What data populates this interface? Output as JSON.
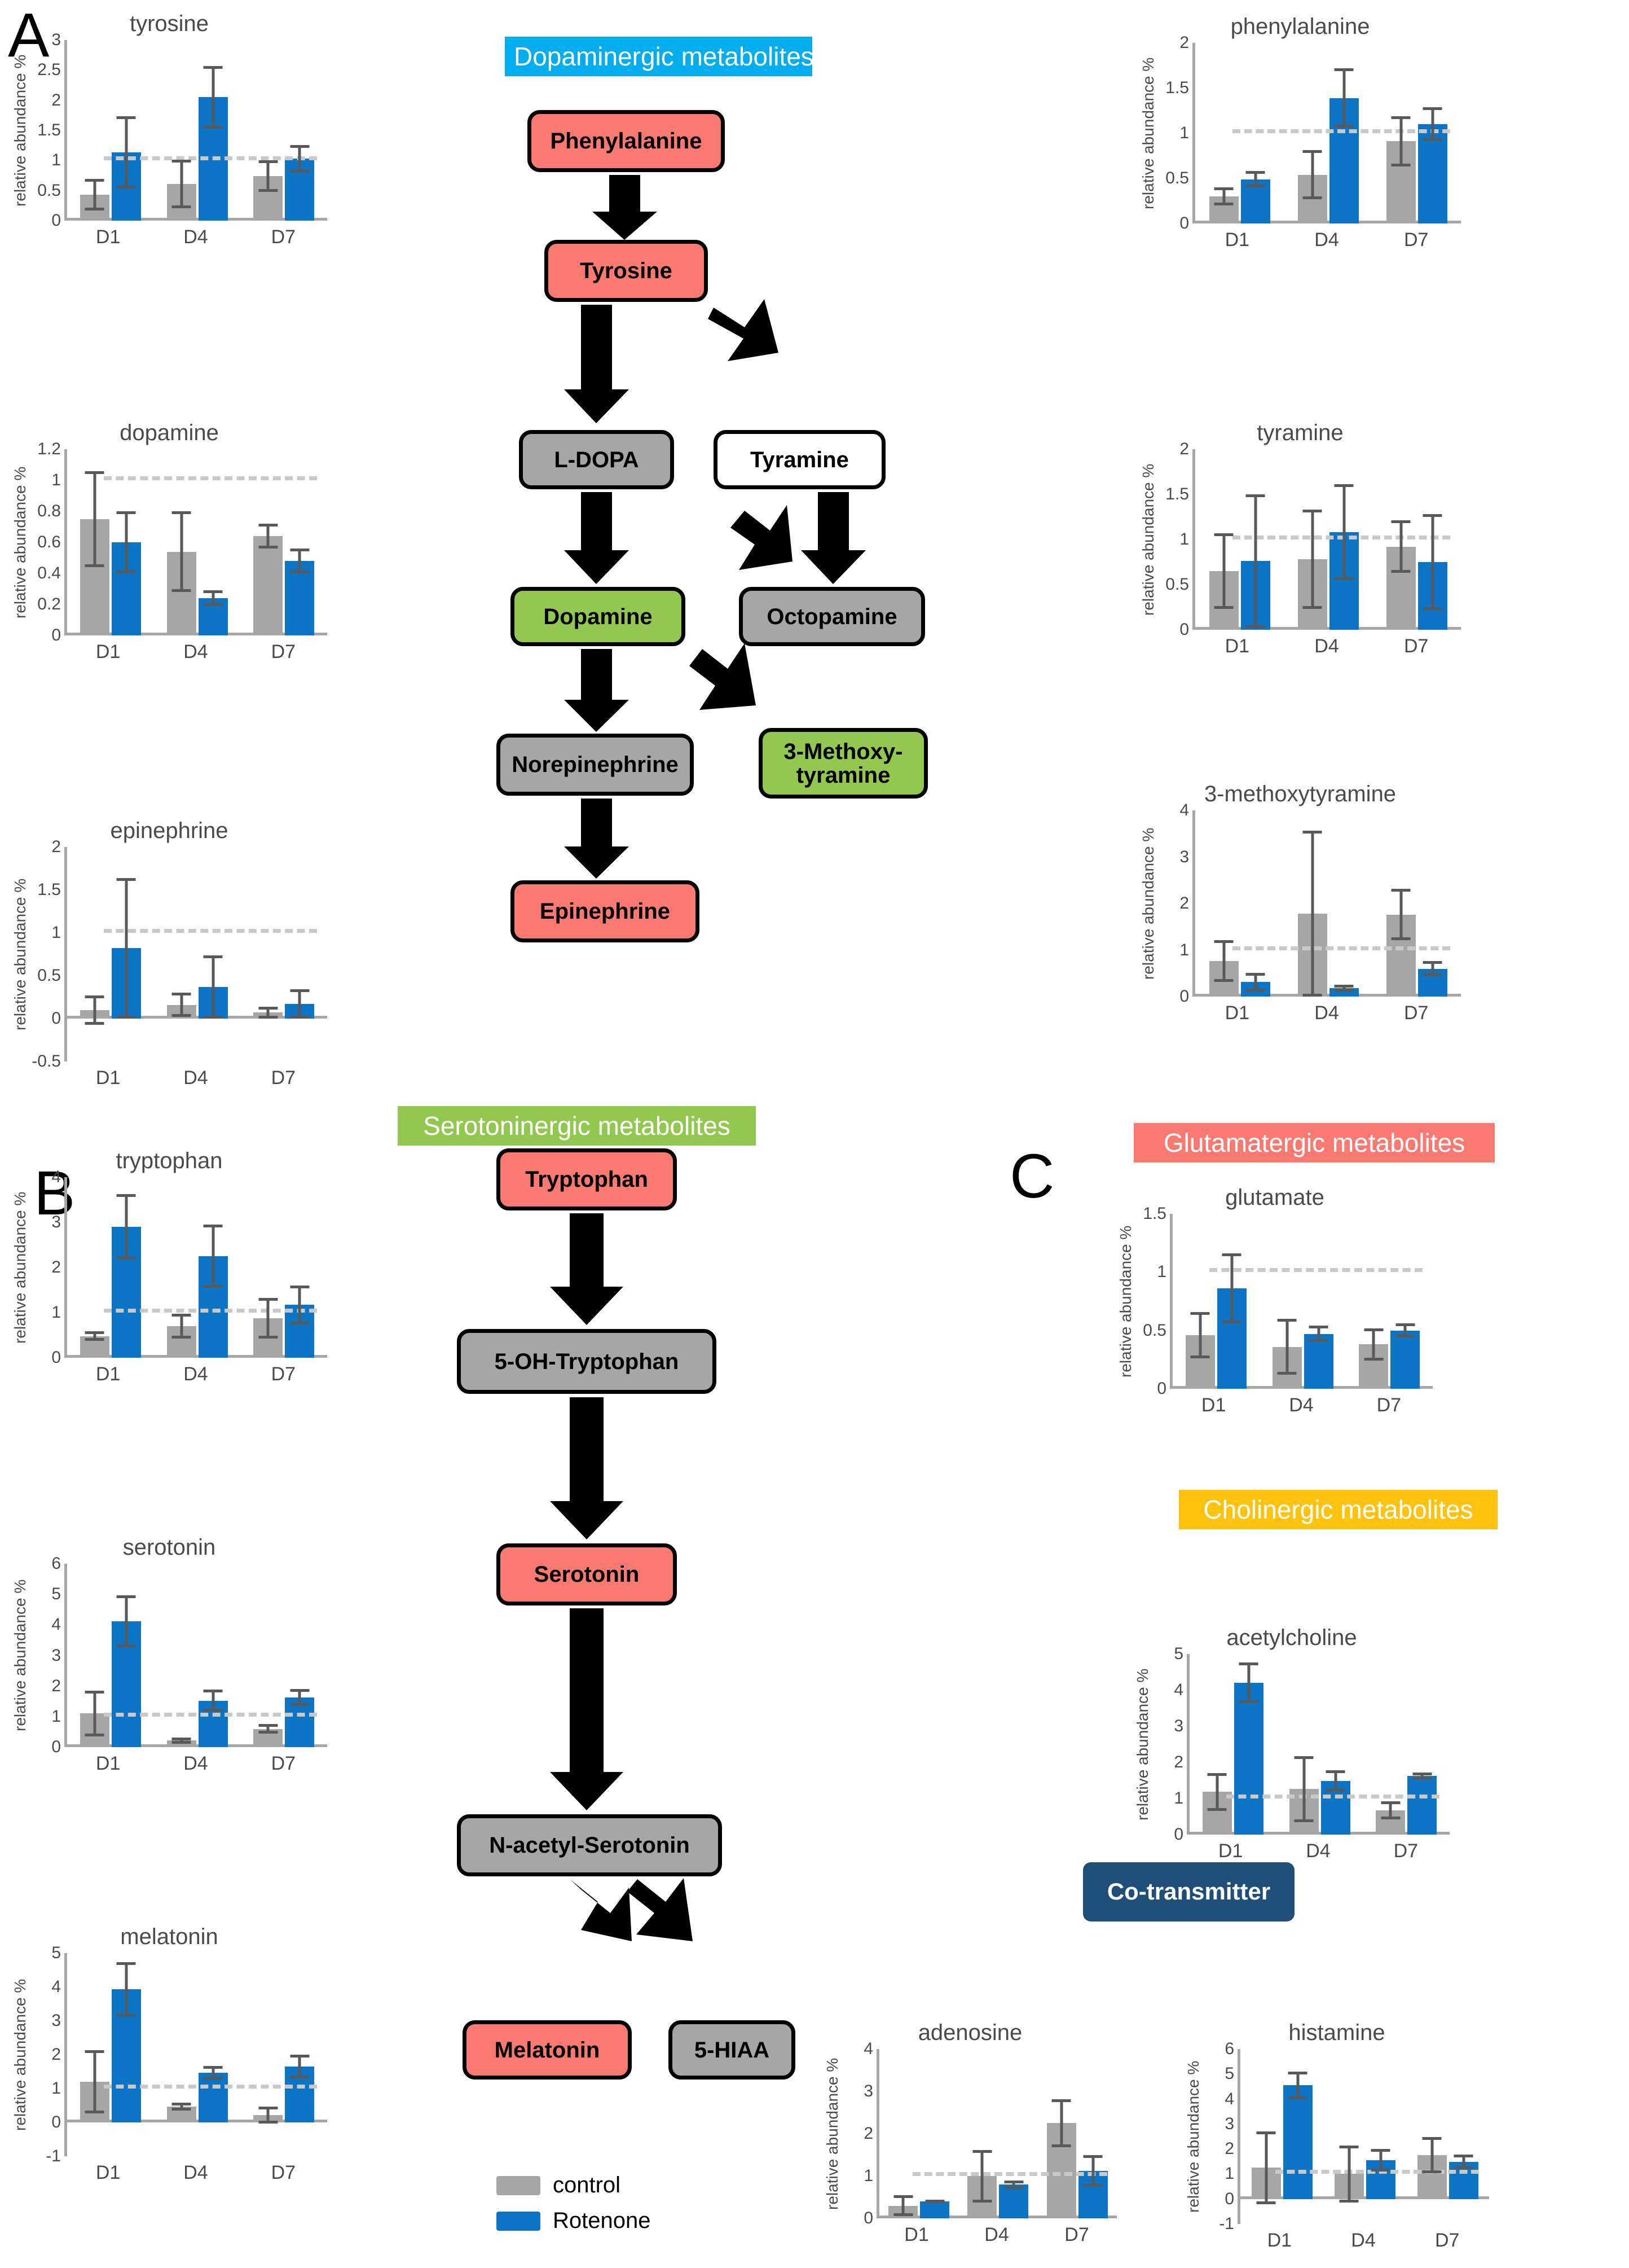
{
  "panels": {
    "a": "A",
    "b": "B",
    "c": "C"
  },
  "legend": {
    "control_label": "control",
    "rotenone_label": "Rotenone",
    "control_color": "#a6a6a6",
    "rotenone_color": "#0b74c4"
  },
  "axis": {
    "ylabel": "relative abundance %",
    "categories": [
      "D1",
      "D4",
      "D7"
    ]
  },
  "sections": [
    {
      "id": "dopaminergic",
      "label": "Dopaminergic metabolites",
      "color": "#00AEEF"
    },
    {
      "id": "serotoninergic",
      "label": "Serotoninergic metabolites",
      "color": "#92C84F"
    },
    {
      "id": "glutamatergic",
      "label": "Glutamatergic metabolites",
      "color": "#FA7A72"
    },
    {
      "id": "cholinergic",
      "label": "Cholinergic metabolites",
      "color": "#FFC20E"
    },
    {
      "id": "cotransmitter",
      "label": "Co-transmitter",
      "color": "#1F4E79"
    }
  ],
  "pathway_nodes": [
    {
      "id": "phenylalanine",
      "label": "Phenylalanine",
      "fill": "#FA7A72"
    },
    {
      "id": "tyrosine",
      "label": "Tyrosine",
      "fill": "#FA7A72"
    },
    {
      "id": "ldopa",
      "label": "L-DOPA",
      "fill": "#A6A6A6"
    },
    {
      "id": "tyramine",
      "label": "Tyramine",
      "fill": "#FFFFFF"
    },
    {
      "id": "dopamine",
      "label": "Dopamine",
      "fill": "#92C84F"
    },
    {
      "id": "octopamine",
      "label": "Octopamine",
      "fill": "#A6A6A6"
    },
    {
      "id": "norepinephrine",
      "label": "Norepinephrine",
      "fill": "#A6A6A6"
    },
    {
      "id": "methoxytyramine",
      "label": "3-Methoxy-\ntyramine",
      "fill": "#92C84F"
    },
    {
      "id": "epinephrine",
      "label": "Epinephrine",
      "fill": "#FA7A72"
    },
    {
      "id": "tryptophan",
      "label": "Tryptophan",
      "fill": "#FA7A72"
    },
    {
      "id": "oh_tryptophan",
      "label": "5-OH-Tryptophan",
      "fill": "#A6A6A6"
    },
    {
      "id": "serotonin",
      "label": "Serotonin",
      "fill": "#FA7A72"
    },
    {
      "id": "n_acetyl_serotonin",
      "label": "N-acetyl-Serotonin",
      "fill": "#A6A6A6"
    },
    {
      "id": "melatonin",
      "label": "Melatonin",
      "fill": "#FA7A72"
    },
    {
      "id": "hiaa",
      "label": "5-HIAA",
      "fill": "#A6A6A6"
    }
  ],
  "chart_data": [
    {
      "id": "tyrosine",
      "type": "bar",
      "title": "tyrosine",
      "xlabel": "",
      "ylabel": "relative abundance %",
      "categories": [
        "D1",
        "D4",
        "D7"
      ],
      "ylim": [
        0,
        3
      ],
      "yticks": [
        0,
        0.5,
        1,
        1.5,
        2,
        2.5,
        3
      ],
      "refline": 1,
      "grid": false,
      "legend_position": "external",
      "series": [
        {
          "name": "control",
          "values": [
            0.43,
            0.61,
            0.74
          ],
          "errors": [
            0.26,
            0.4,
            0.26
          ]
        },
        {
          "name": "Rotenone",
          "values": [
            1.13,
            2.05,
            1.03
          ],
          "errors": [
            0.6,
            0.52,
            0.23
          ]
        }
      ]
    },
    {
      "id": "dopamine",
      "type": "bar",
      "title": "dopamine",
      "xlabel": "",
      "ylabel": "relative abundance %",
      "categories": [
        "D1",
        "D4",
        "D7"
      ],
      "ylim": [
        0,
        1.2
      ],
      "yticks": [
        0,
        0.2,
        0.4,
        0.6,
        0.8,
        1,
        1.2
      ],
      "refline": 1,
      "grid": false,
      "series": [
        {
          "name": "control",
          "values": [
            0.75,
            0.54,
            0.64
          ],
          "errors": [
            0.31,
            0.26,
            0.08
          ]
        },
        {
          "name": "Rotenone",
          "values": [
            0.6,
            0.24,
            0.48
          ],
          "errors": [
            0.2,
            0.05,
            0.08
          ]
        }
      ]
    },
    {
      "id": "epinephrine",
      "type": "bar",
      "title": "epinephrine",
      "xlabel": "",
      "ylabel": "relative abundance %",
      "categories": [
        "D1",
        "D4",
        "D7"
      ],
      "ylim": [
        -0.5,
        2
      ],
      "yticks": [
        -0.5,
        0,
        0.5,
        1,
        1.5,
        2
      ],
      "refline": 1,
      "grid": false,
      "series": [
        {
          "name": "control",
          "values": [
            0.1,
            0.16,
            0.07
          ],
          "errors": [
            0.17,
            0.14,
            0.07
          ]
        },
        {
          "name": "Rotenone",
          "values": [
            0.82,
            0.37,
            0.17
          ],
          "errors": [
            0.82,
            0.37,
            0.17
          ]
        }
      ]
    },
    {
      "id": "phenylalanine",
      "type": "bar",
      "title": "phenylalanine",
      "xlabel": "",
      "ylabel": "relative abundance %",
      "categories": [
        "D1",
        "D4",
        "D7"
      ],
      "ylim": [
        0,
        2
      ],
      "yticks": [
        0,
        0.5,
        1,
        1.5,
        2
      ],
      "refline": 1,
      "grid": false,
      "series": [
        {
          "name": "control",
          "values": [
            0.3,
            0.54,
            0.91
          ],
          "errors": [
            0.1,
            0.27,
            0.28
          ]
        },
        {
          "name": "Rotenone",
          "values": [
            0.49,
            1.39,
            1.1
          ],
          "errors": [
            0.09,
            0.33,
            0.19
          ]
        }
      ]
    },
    {
      "id": "tyramine",
      "type": "bar",
      "title": "tyramine",
      "xlabel": "",
      "ylabel": "relative abundance %",
      "categories": [
        "D1",
        "D4",
        "D7"
      ],
      "ylim": [
        0,
        2
      ],
      "yticks": [
        0,
        0.5,
        1,
        1.5,
        2
      ],
      "refline": 1,
      "grid": false,
      "series": [
        {
          "name": "control",
          "values": [
            0.65,
            0.78,
            0.92
          ],
          "errors": [
            0.42,
            0.55,
            0.29
          ]
        },
        {
          "name": "Rotenone",
          "values": [
            0.76,
            1.08,
            0.75
          ],
          "errors": [
            0.74,
            0.53,
            0.53
          ]
        }
      ]
    },
    {
      "id": "3-methoxytyramine",
      "type": "bar",
      "title": "3-methoxytyramine",
      "xlabel": "",
      "ylabel": "relative abundance %",
      "categories": [
        "D1",
        "D4",
        "D7"
      ],
      "ylim": [
        0,
        4
      ],
      "yticks": [
        0,
        1,
        2,
        3,
        4
      ],
      "refline": 1,
      "grid": false,
      "series": [
        {
          "name": "control",
          "values": [
            0.76,
            1.78,
            1.76
          ],
          "errors": [
            0.45,
            1.78,
            0.55
          ]
        },
        {
          "name": "Rotenone",
          "values": [
            0.31,
            0.18,
            0.6
          ],
          "errors": [
            0.2,
            0.07,
            0.16
          ]
        }
      ]
    },
    {
      "id": "tryptophan",
      "type": "bar",
      "title": "tryptophan",
      "xlabel": "",
      "ylabel": "relative abundance %",
      "categories": [
        "D1",
        "D4",
        "D7"
      ],
      "ylim": [
        0,
        4
      ],
      "yticks": [
        0,
        1,
        2,
        3,
        4
      ],
      "refline": 1,
      "grid": false,
      "series": [
        {
          "name": "control",
          "values": [
            0.48,
            0.7,
            0.88
          ],
          "errors": [
            0.11,
            0.27,
            0.45
          ]
        },
        {
          "name": "Rotenone",
          "values": [
            2.9,
            2.25,
            1.17
          ],
          "errors": [
            0.72,
            0.7,
            0.43
          ]
        }
      ]
    },
    {
      "id": "serotonin",
      "type": "bar",
      "title": "serotonin",
      "xlabel": "",
      "ylabel": "relative abundance %",
      "categories": [
        "D1",
        "D4",
        "D7"
      ],
      "ylim": [
        0,
        6
      ],
      "yticks": [
        0,
        1,
        2,
        3,
        4,
        5,
        6
      ],
      "refline": 1,
      "grid": false,
      "series": [
        {
          "name": "control",
          "values": [
            1.1,
            0.22,
            0.6
          ],
          "errors": [
            0.75,
            0.1,
            0.15
          ]
        },
        {
          "name": "Rotenone",
          "values": [
            4.12,
            1.52,
            1.62
          ],
          "errors": [
            0.85,
            0.36,
            0.28
          ]
        }
      ]
    },
    {
      "id": "melatonin",
      "type": "bar",
      "title": "melatonin",
      "xlabel": "",
      "ylabel": "relative abundance %",
      "categories": [
        "D1",
        "D4",
        "D7"
      ],
      "ylim": [
        -1,
        5
      ],
      "yticks": [
        -1,
        0,
        1,
        2,
        3,
        4,
        5
      ],
      "refline": 1,
      "grid": false,
      "series": [
        {
          "name": "control",
          "values": [
            1.2,
            0.47,
            0.22
          ],
          "errors": [
            0.93,
            0.12,
            0.25
          ]
        },
        {
          "name": "Rotenone",
          "values": [
            3.93,
            1.47,
            1.65
          ],
          "errors": [
            0.8,
            0.2,
            0.35
          ]
        }
      ]
    },
    {
      "id": "glutamate",
      "type": "bar",
      "title": "glutamate",
      "xlabel": "",
      "ylabel": "relative abundance %",
      "categories": [
        "D1",
        "D4",
        "D7"
      ],
      "ylim": [
        0,
        1.5
      ],
      "yticks": [
        0,
        0.5,
        1,
        1.5
      ],
      "refline": 1,
      "grid": false,
      "series": [
        {
          "name": "control",
          "values": [
            0.46,
            0.36,
            0.38
          ],
          "errors": [
            0.2,
            0.24,
            0.14
          ]
        },
        {
          "name": "Rotenone",
          "values": [
            0.86,
            0.47,
            0.5
          ],
          "errors": [
            0.3,
            0.07,
            0.06
          ]
        }
      ]
    },
    {
      "id": "acetylcholine",
      "type": "bar",
      "title": "acetylcholine",
      "xlabel": "",
      "ylabel": "relative abundance %",
      "categories": [
        "D1",
        "D4",
        "D7"
      ],
      "ylim": [
        0,
        5
      ],
      "yticks": [
        0,
        1,
        2,
        3,
        4,
        5
      ],
      "refline": 1,
      "grid": false,
      "series": [
        {
          "name": "control",
          "values": [
            1.18,
            1.26,
            0.67
          ],
          "errors": [
            0.52,
            0.92,
            0.25
          ]
        },
        {
          "name": "Rotenone",
          "values": [
            4.2,
            1.48,
            1.62
          ],
          "errors": [
            0.56,
            0.3,
            0.1
          ]
        }
      ]
    },
    {
      "id": "adenosine",
      "type": "bar",
      "title": "adenosine",
      "xlabel": "",
      "ylabel": "relative abundance %",
      "categories": [
        "D1",
        "D4",
        "D7"
      ],
      "ylim": [
        0,
        4
      ],
      "yticks": [
        0,
        1,
        2,
        3,
        4
      ],
      "refline": 1,
      "grid": false,
      "series": [
        {
          "name": "control",
          "values": [
            0.3,
            1.0,
            2.25
          ],
          "errors": [
            0.25,
            0.62,
            0.57
          ]
        },
        {
          "name": "Rotenone",
          "values": [
            0.4,
            0.8,
            1.12
          ],
          "errors": [
            0.04,
            0.1,
            0.37
          ]
        }
      ]
    },
    {
      "id": "histamine",
      "type": "bar",
      "title": "histamine",
      "xlabel": "",
      "ylabel": "relative abundance %",
      "categories": [
        "D1",
        "D4",
        "D7"
      ],
      "ylim": [
        -1,
        6
      ],
      "yticks": [
        -1,
        0,
        1,
        2,
        3,
        4,
        5,
        6
      ],
      "refline": 1,
      "grid": false,
      "series": [
        {
          "name": "control",
          "values": [
            1.25,
            1.0,
            1.75
          ],
          "errors": [
            1.45,
            1.15,
            0.72
          ]
        },
        {
          "name": "Rotenone",
          "values": [
            4.55,
            1.55,
            1.48
          ],
          "errors": [
            0.55,
            0.45,
            0.3
          ]
        }
      ]
    }
  ]
}
